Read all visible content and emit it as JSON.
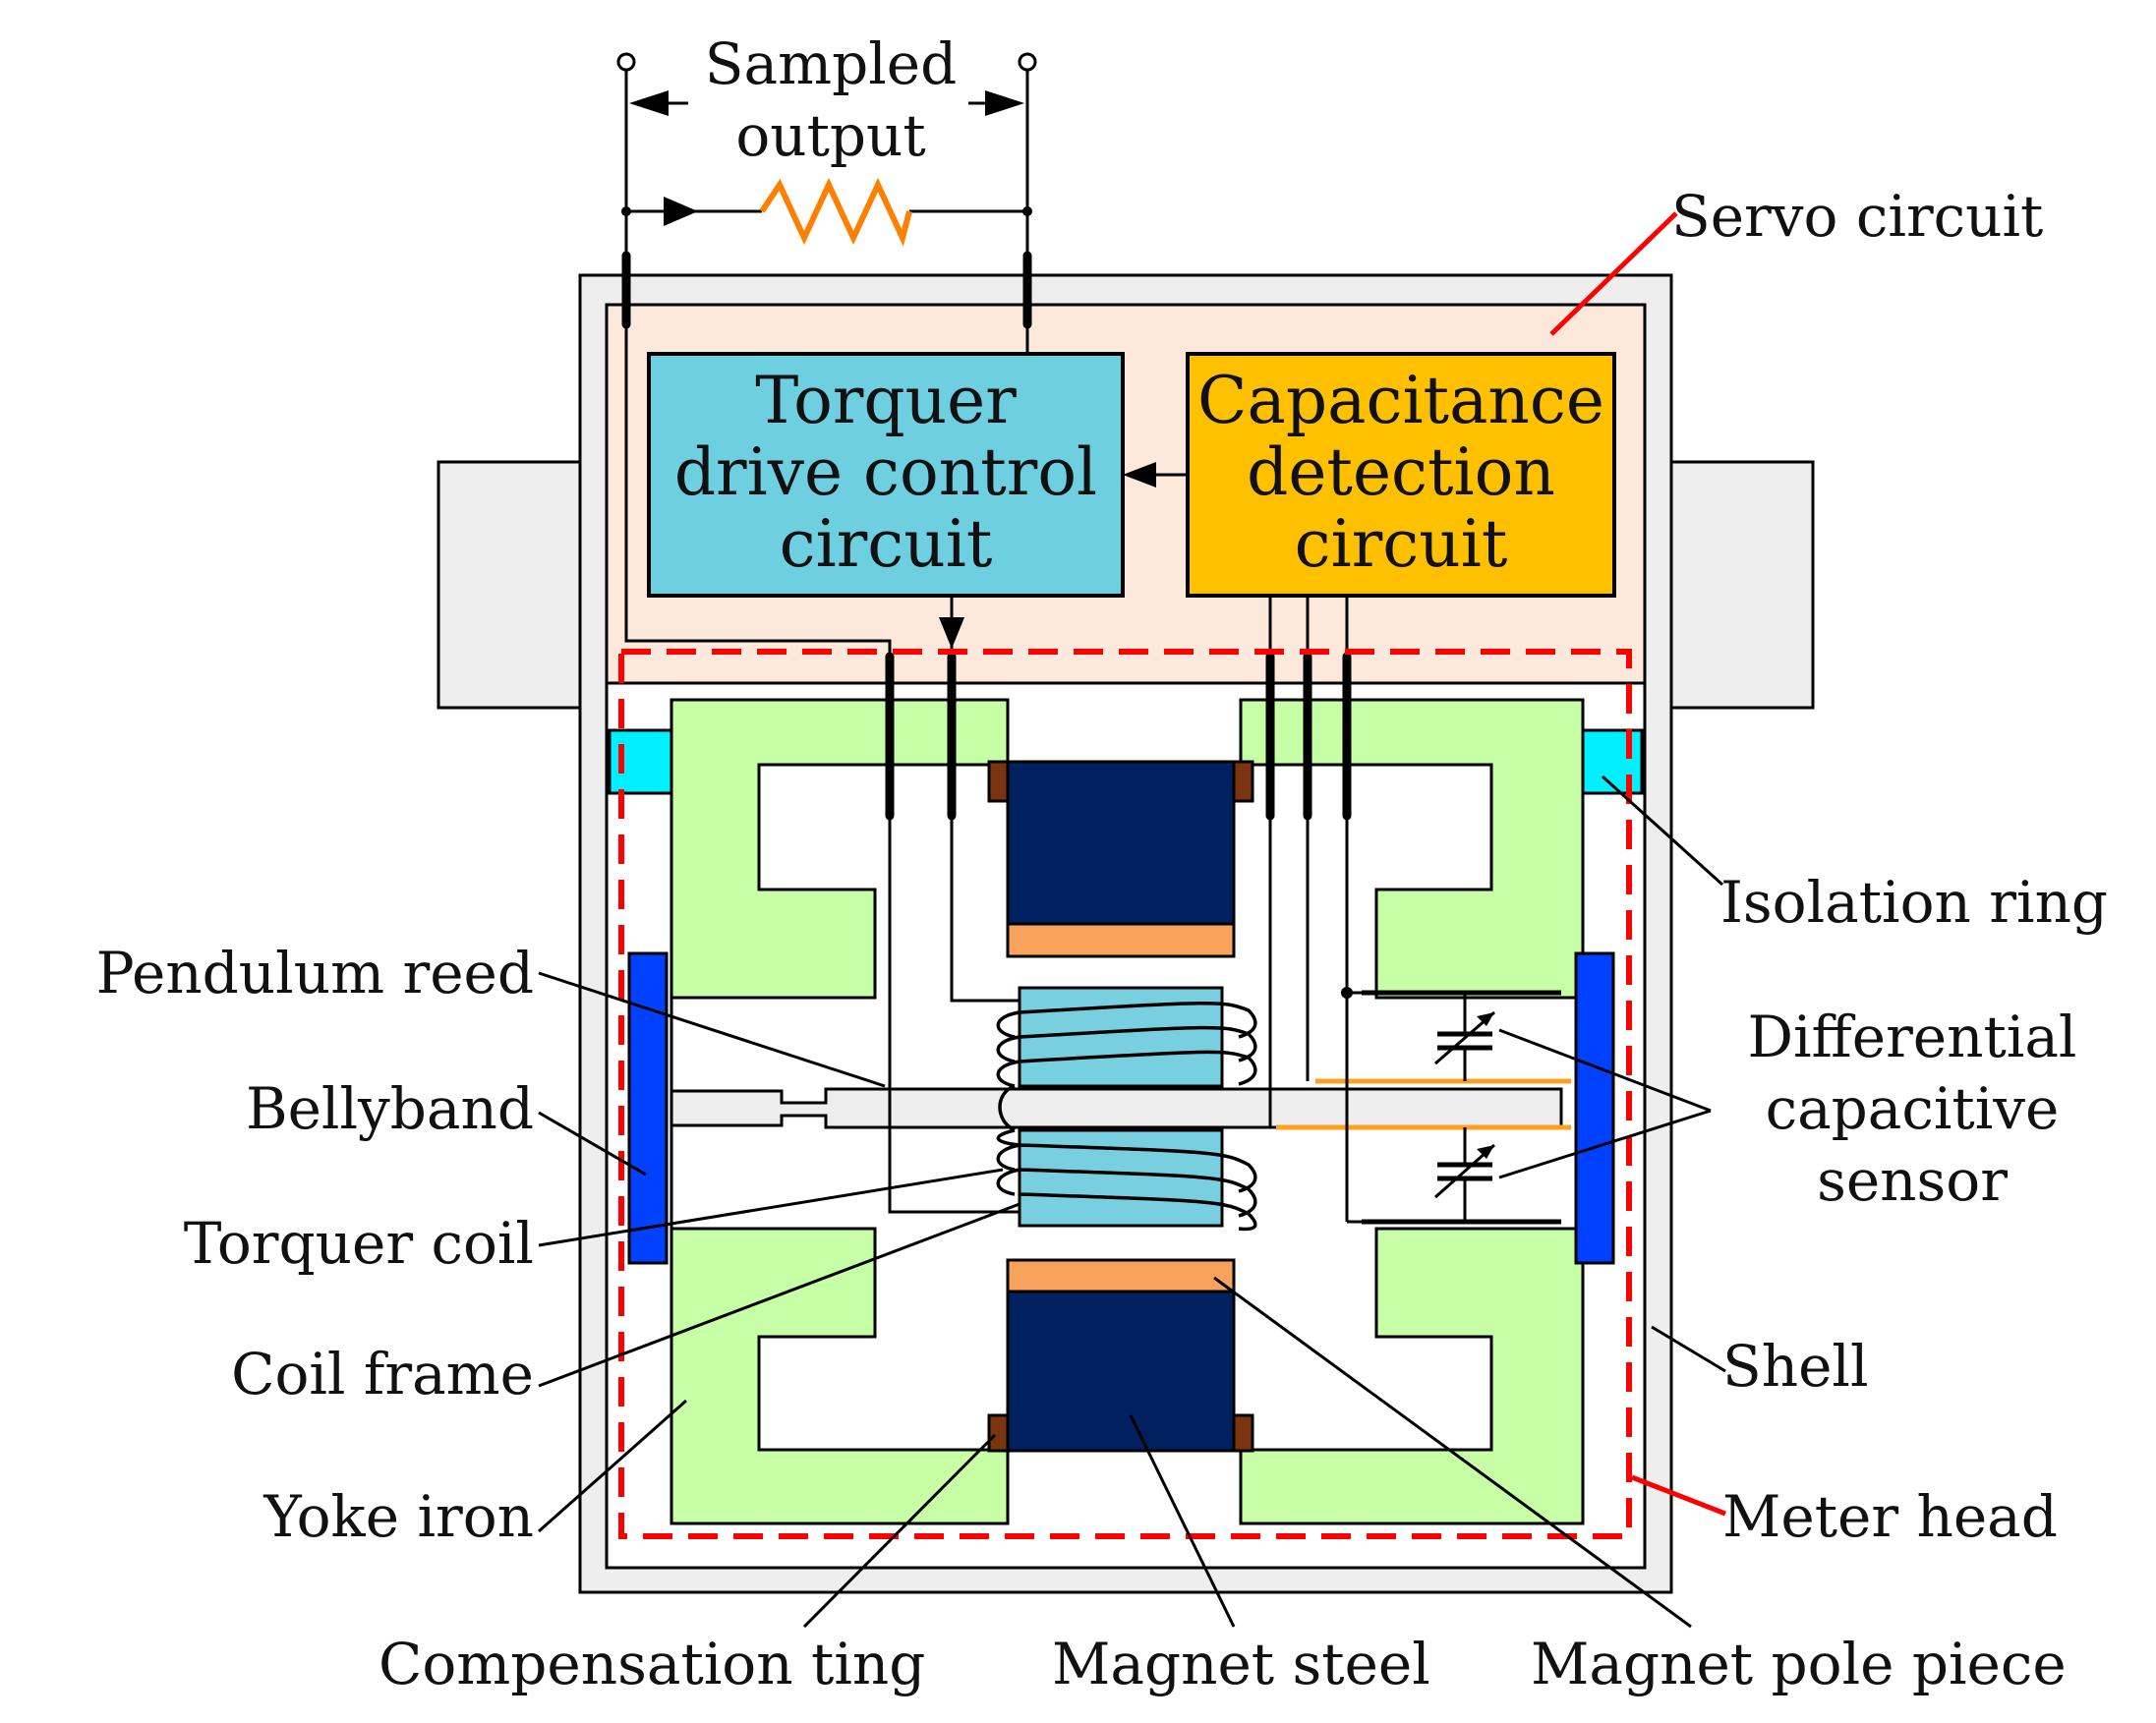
{
  "labels": {
    "sampled_output_1": "Sampled",
    "sampled_output_2": "output",
    "servo_circuit": "Servo circuit",
    "isolation_ring": "Isolation ring",
    "differential_1": "Differential",
    "differential_2": "capacitive",
    "differential_3": "sensor",
    "shell": "Shell",
    "meter_head": "Meter head",
    "pendulum_reed": "Pendulum reed",
    "bellyband": "Bellyband",
    "torquer_coil": "Torquer coil",
    "coil_frame": "Coil frame",
    "yoke_iron": "Yoke iron",
    "compensation_ting": "Compensation ting",
    "magnet_steel": "Magnet steel",
    "magnet_pole_piece": "Magnet pole piece"
  },
  "boxes": {
    "torquer_1": "Torquer",
    "torquer_2": "drive control",
    "torquer_3": "circuit",
    "capacitance_1": "Capacitance",
    "capacitance_2": "detection",
    "capacitance_3": "circuit"
  },
  "colors": {
    "servo_fill": "#fde9dc",
    "torquer_box": "#6ecfe0",
    "capacitance_box": "#ffc000",
    "yoke": "#c6ffa6",
    "magnet": "#002060",
    "pole_piece": "#f9a25c",
    "compensation": "#7b3410",
    "bellyband": "#0040ff",
    "isolation": "#00f0ff",
    "coil_frame": "#77cfe0",
    "resistor": "#ff8000",
    "dashed": "#ff0000",
    "shell": "#eeeeee"
  }
}
